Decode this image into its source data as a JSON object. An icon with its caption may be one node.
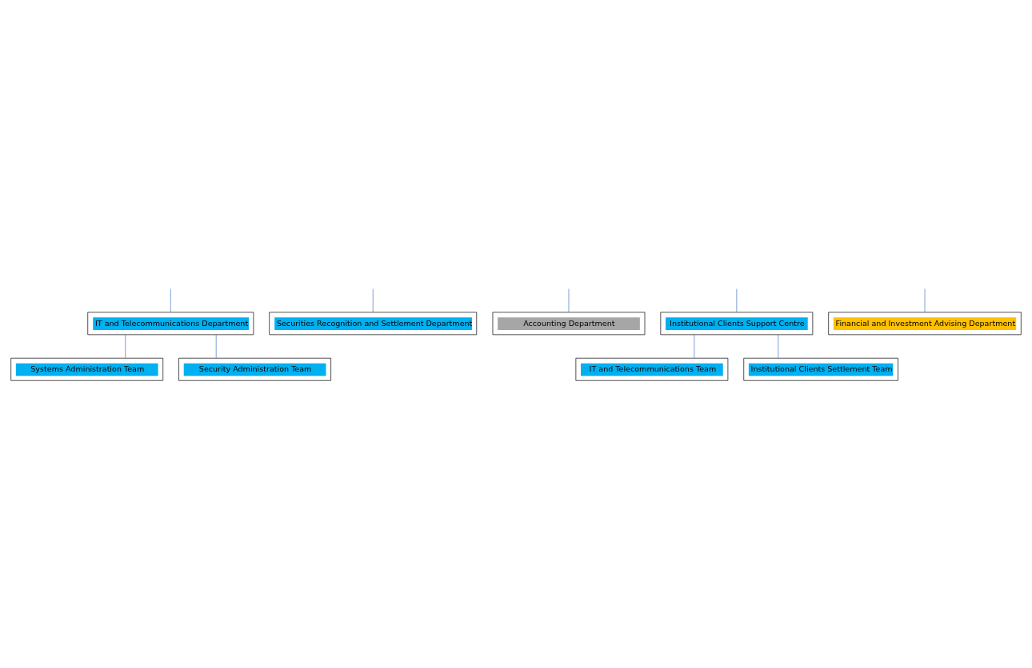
{
  "diagram": {
    "nodes": [
      {
        "text": [
          "IT and Telecommunications Department"
        ]
      },
      {
        "text": [
          "Securities Recognition and Settlement Department"
        ]
      },
      {
        "text": [
          "Systems Administration Team"
        ]
      },
      {
        "text": [
          "Security Administration Team"
        ]
      },
      {
        "text": [
          "Accounting Department"
        ]
      },
      {
        "text": [
          "Institutional Clients Support Centre"
        ]
      },
      {
        "text": [
          "IT and Telecommunications Team"
        ]
      },
      {
        "text": [
          "Institutional Clients Settlement Team"
        ]
      },
      {
        "text": [
          "Financial and Investment Advising Department"
        ]
      }
    ],
    "edges": [
      {
        "from": null,
        "to": 0,
        "arrow": "none"
      },
      {
        "from": null,
        "to": 1,
        "arrow": "none"
      },
      {
        "from": 0,
        "to": 2,
        "arrow": "none"
      },
      {
        "from": 0,
        "to": 3,
        "arrow": "none"
      },
      {
        "from": null,
        "to": 4,
        "arrow": "none"
      },
      {
        "from": null,
        "to": 5,
        "arrow": "none"
      },
      {
        "from": 5,
        "to": 6,
        "arrow": "none"
      },
      {
        "from": 5,
        "to": 7,
        "arrow": "none"
      },
      {
        "from": null,
        "to": 8,
        "arrow": "none"
      }
    ]
  }
}
